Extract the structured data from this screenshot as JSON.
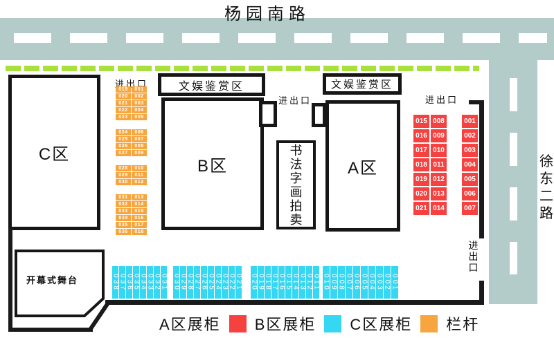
{
  "roads": {
    "top": {
      "name": "杨园南路"
    },
    "right": {
      "name": "徐东二路"
    }
  },
  "colors": {
    "road": "#b3cbc9",
    "fence_green": "#a8e03c",
    "booth_a_red": "#f54140",
    "booth_b_cyan": "#35d7f2",
    "booth_c_orange": "#f7a63f",
    "railing_black": "#1a1a1a"
  },
  "zones": {
    "c": "C区",
    "b": "B区",
    "a": "A区"
  },
  "facilities": {
    "entertainment": [
      "文娱鉴赏区",
      "文娱鉴赏区"
    ],
    "auction": "书法字画拍卖",
    "stage": "开幕式舞台"
  },
  "entrances": {
    "c": "进出口",
    "middle": "进出口",
    "a": "进出口",
    "right_gate": "进出口"
  },
  "c_booths": {
    "groups": [
      [
        [
          "019",
          "001"
        ],
        [
          "020",
          "002"
        ],
        [
          "021",
          "003"
        ],
        [
          "022",
          "004"
        ],
        [
          "023",
          "005"
        ]
      ],
      [
        [
          "024",
          "006"
        ],
        [
          "025",
          "007"
        ],
        [
          "026",
          "008"
        ],
        [
          "027",
          "009"
        ]
      ],
      [
        [
          "028",
          "010"
        ],
        [
          "029",
          "011"
        ],
        [
          "030",
          "012"
        ]
      ],
      [
        [
          "031",
          "013"
        ],
        [
          "032",
          "014"
        ],
        [
          "033",
          "015"
        ],
        [
          "034",
          "016"
        ],
        [
          "035",
          "017"
        ],
        [
          "036",
          "018"
        ]
      ]
    ]
  },
  "a_booths": {
    "pair_rows": [
      [
        "015",
        "008"
      ],
      [
        "016",
        "009"
      ],
      [
        "017",
        "010"
      ],
      [
        "018",
        "011"
      ],
      [
        "019",
        "012"
      ],
      [
        "020",
        "013"
      ],
      [
        "021",
        "014"
      ]
    ],
    "single_column": [
      "001",
      "002",
      "003",
      "004",
      "005",
      "006",
      "007"
    ]
  },
  "b_booths": {
    "groups": [
      [
        "038",
        "037",
        "036",
        "035",
        "034",
        "033",
        "032",
        "031"
      ],
      [
        "030",
        "029",
        "028",
        "027",
        "026",
        "025",
        "024",
        "023",
        "022",
        "021"
      ],
      [
        "020",
        "019",
        "018",
        "017",
        "016",
        "015",
        "014",
        "013",
        "012",
        "011"
      ],
      [
        "010",
        "009",
        "008",
        "007",
        "006",
        "005",
        "004",
        "003",
        "002",
        "001"
      ]
    ]
  },
  "legend": {
    "items": [
      {
        "label": "A区展柜",
        "color": "#f54140"
      },
      {
        "label": "B区展柜",
        "color": "#35d7f2"
      },
      {
        "label": "C区展柜",
        "color": "#f7a63f"
      },
      {
        "label": "栏杆",
        "color": ""
      }
    ]
  }
}
